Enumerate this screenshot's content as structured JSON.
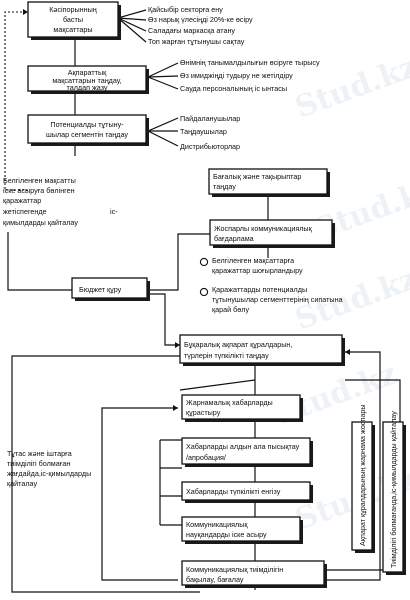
{
  "boxes": {
    "b1": [
      "Кәсіпорынның",
      "басты",
      "мақсаттары"
    ],
    "b2": [
      "Ақпараттық",
      "мақсаттарын таңдау,",
      "талдап жазу"
    ],
    "b3": [
      "Потенциалды тұтыну-",
      "шылар сегментін таңдау"
    ],
    "b4": [
      "Бағалық және тақырыптар",
      "таңдау"
    ],
    "b5": [
      "Жоспарлы коммуникациялық",
      "бағдарлама"
    ],
    "b6": [
      "Бюджет құру"
    ],
    "b7": [
      "Бұқаралық ақпарат құралдарын,",
      "түрлерін түпкілікті таңдау"
    ],
    "b8": [
      "Жарнамалық хабарларды",
      "құрастыру"
    ],
    "b9": [
      "Хабарларды алдын ала пысықтау",
      "/апробация/"
    ],
    "b10": [
      "Хабарларды түпкілікті енгізу"
    ],
    "b11": [
      "Коммуникациялық",
      "науқандарды іске асыру"
    ],
    "b12": [
      "Коммуникациялық тиімділігін",
      "бақылау, бағалау"
    ]
  },
  "lists": {
    "l1": [
      "Қайсыбір секторға ену",
      "Өз нарық үлесіңді 20%-ке өсіру",
      "Саладағы маркасқа атану",
      "Топ жарған тұтынушы сақтау"
    ],
    "l2": [
      "Өнімнің танымалдылығын өсіруге тырысу",
      "Өз имиджіңді тудыру не жетілдіру",
      "Сауда персоналының іс ынтасы"
    ],
    "l3": [
      "Пайдаланушылар",
      "Таңдаушылар",
      "Дистрибьюторлар"
    ]
  },
  "notes": {
    "n1": [
      "Белгіленген мақсатты",
      "іске асыруға бөлінген",
      "қаражаттар",
      "жетіспегенде",
      "іс-",
      "қимылдарды қайталау"
    ],
    "n2": [
      "Белгіленген мақсаттарға",
      "қаражаттар шоғырландыру"
    ],
    "n3": [
      "Қаражаттарды потенциалды",
      "тұтынушылар сегменттерінің сипатына",
      "қарай бөлу"
    ],
    "n4": [
      "Тұтас және іштарға",
      "тиімділігі болмаған",
      "жағдайда,іс-қимылдарды",
      "қайталау"
    ]
  },
  "vertical": {
    "v1": "Ақпарат құралдарының жарнама жоспары",
    "v2": "Тиімділігі болмағанда,іс-қимылдарды қайталау"
  },
  "watermark": "Stud.kz"
}
